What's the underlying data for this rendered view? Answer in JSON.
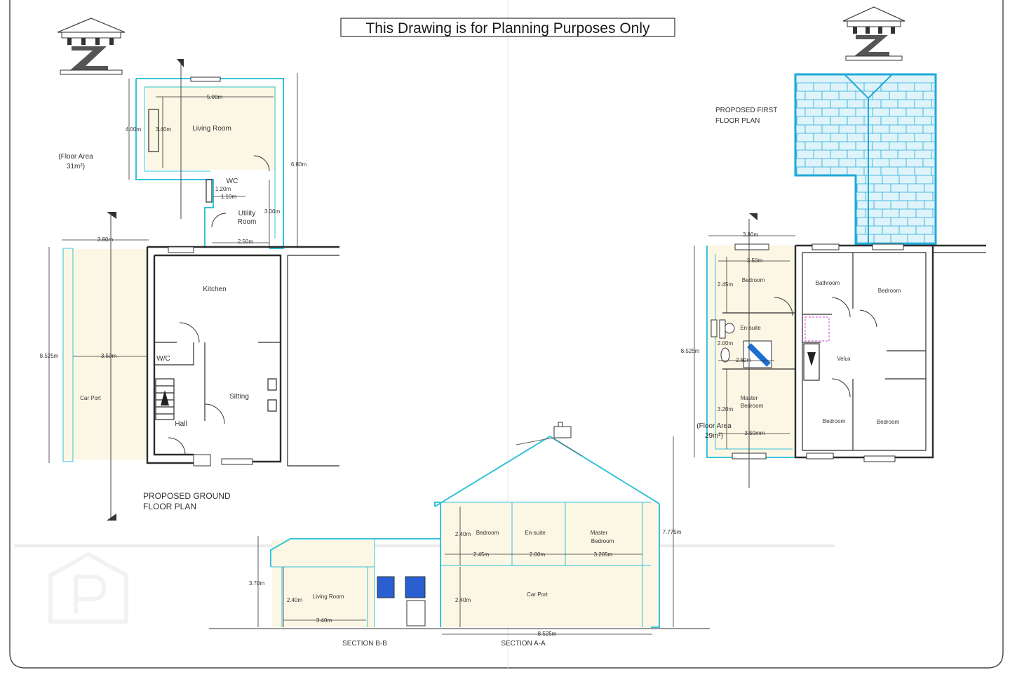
{
  "header": {
    "title": "This Drawing is for Planning Purposes Only"
  },
  "ground_floor": {
    "title_line1": "PROPOSED GROUND",
    "title_line2": "FLOOR PLAN",
    "floor_area_line1": "(Floor Area",
    "floor_area_line2": "31m²)",
    "rooms": {
      "living_room": "Living Room",
      "wc": "WC",
      "utility_line1": "Utility",
      "utility_line2": "Room",
      "kitchen": "Kitchen",
      "wc2": "W/C",
      "sitting": "Sitting",
      "hall": "Hall",
      "car_port": "Car Port"
    },
    "dims": {
      "lr_width": "5.00m",
      "lr_depth": "4.00m",
      "lr_inner": "3.40m",
      "ext_depth": "6.80m",
      "wc_a": "1.20m",
      "wc_b": "1.10m",
      "utility_a": "3.00m",
      "utility_b": "2.50m",
      "carport_top": "3.80m",
      "carport_mid": "3.50m",
      "carport_len": "8.525m"
    }
  },
  "first_floor": {
    "title_line1": "PROPOSED FIRST",
    "title_line2": "FLOOR PLAN",
    "floor_area_line1": "(Floor Area",
    "floor_area_line2": "29m²)",
    "rooms": {
      "bedroom": "Bedroom",
      "ensuite": "En-suite",
      "master_line1": "Master",
      "master_line2": "Bedroom",
      "bathroom": "Bathroom",
      "bedroom_b": "Bedroom",
      "velux": "Velux",
      "bedroom_c": "Bedroom",
      "bedroom_d": "Bedroom"
    },
    "dims": {
      "top": "3.80m",
      "inner": "3.50m",
      "bed_depth": "2.45m",
      "ens_a": "2.00m",
      "ens_b": "2.50m",
      "master_depth": "3.20m",
      "master_w": "3.50mm",
      "length": "8.525m"
    }
  },
  "sections": {
    "section_bb": "SECTION B-B",
    "section_aa": "SECTION A-A",
    "rooms": {
      "bedroom": "Bedroom",
      "ensuite": "En-suite",
      "master_line1": "Master",
      "master_line2": "Bedroom",
      "living_room": "Living Room",
      "car_port": "Car Port"
    },
    "dims": {
      "upper_h": "2.40m",
      "w1": "2.45m",
      "w2": "2.00m",
      "w3": "3.205m",
      "total_h": "7.775m",
      "bb_h": "3.70m",
      "bb_inner_h": "2.40m",
      "bb_w": "3.40m",
      "aa_h": "2.40m",
      "aa_w": "8.525m"
    }
  },
  "colors": {
    "extension_outline": "#36c3d8",
    "roof_tiles": "#1ea9d8",
    "cream_fill": "#fbf7e4"
  }
}
